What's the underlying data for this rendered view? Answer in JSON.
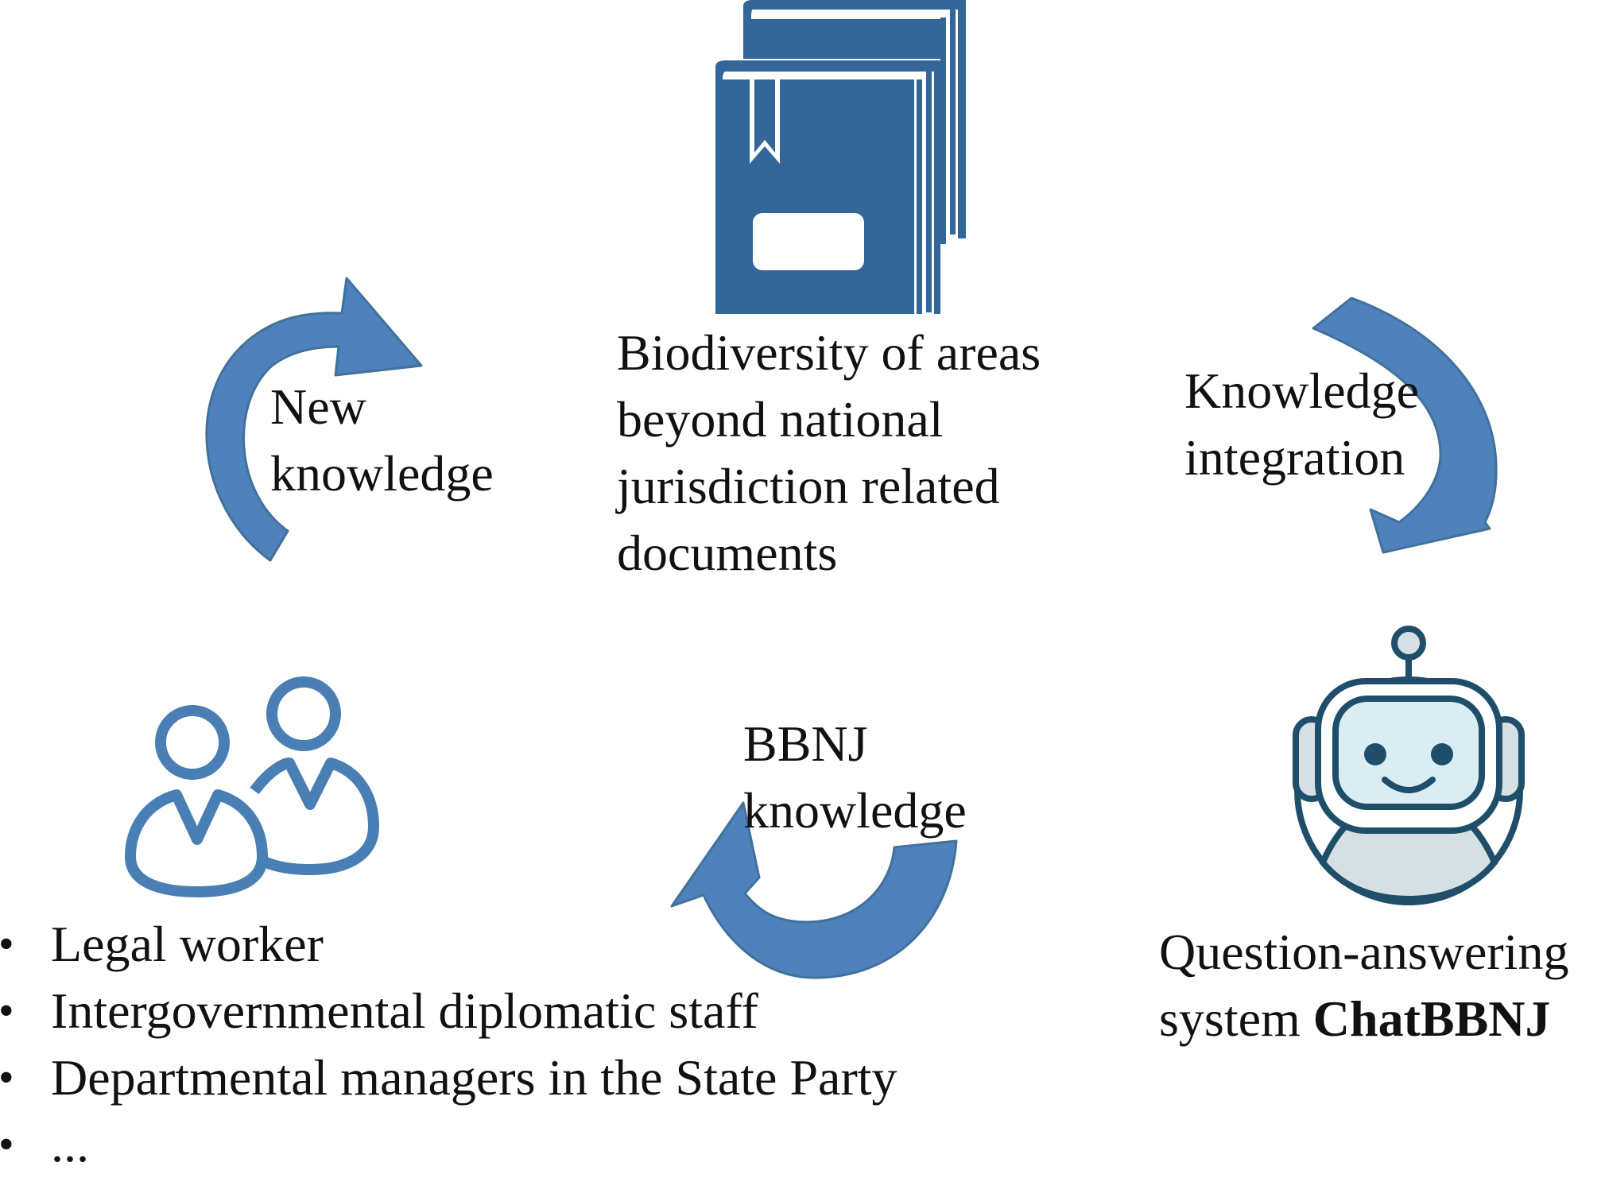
{
  "documents": {
    "icon": "books-icon",
    "lines": [
      "Biodiversity of areas",
      "beyond national",
      "jurisdiction related",
      "documents"
    ]
  },
  "new_knowledge": {
    "icon": "curved-arrow-icon",
    "lines": [
      "New",
      "knowledge"
    ]
  },
  "knowledge_integration": {
    "icon": "curved-arrow-icon",
    "lines": [
      "Knowledge",
      "integration"
    ]
  },
  "bbnj_knowledge": {
    "icon": "curved-arrow-icon",
    "lines": [
      "BBNJ",
      "knowledge"
    ]
  },
  "users": {
    "icon": "users-icon",
    "items": [
      "Legal worker",
      "Intergovernmental diplomatic staff",
      "Departmental managers in the State Party",
      "..."
    ]
  },
  "system": {
    "icon": "robot-icon",
    "line1": "Question-answering",
    "line2_prefix": "system ",
    "line2_name": "ChatBBNJ"
  },
  "colors": {
    "book": "#336699",
    "arrow": "#4f81bd",
    "arrow_edge": "#41719c",
    "users": "#4a7fb5",
    "robot_line": "#1f4e6b",
    "robot_fill": "#d6e0e4",
    "robot_face": "#d9edf3"
  }
}
